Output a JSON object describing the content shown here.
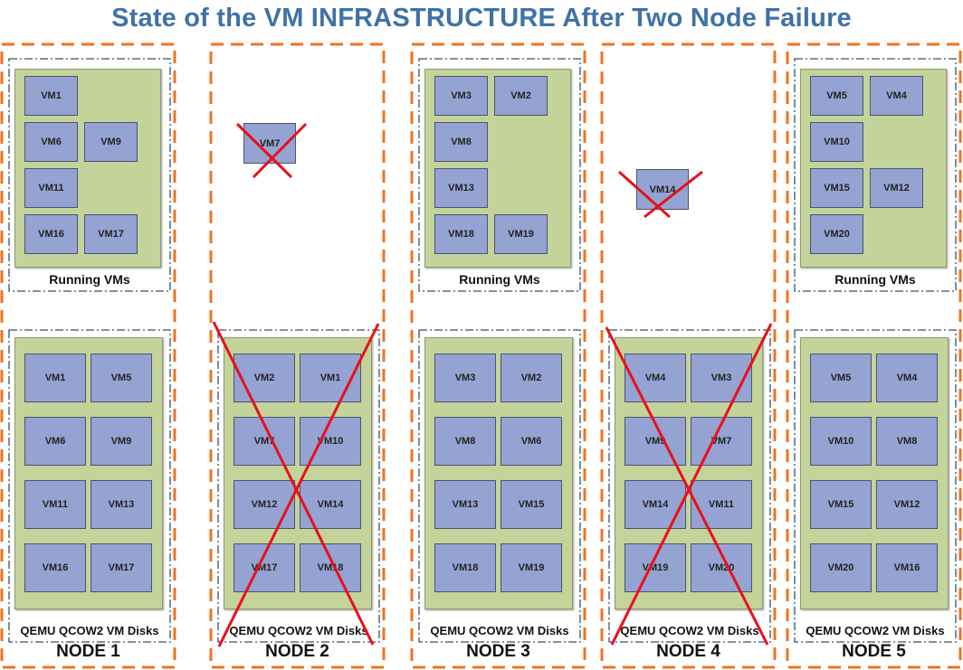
{
  "title": "State of the VM INFRASTRUCTURE After Two Node Failure",
  "colors": {
    "title": "#3f72a6",
    "node_border": "#f07320",
    "section_border": "#3b4d6e",
    "cross": "#e8101a",
    "green": "#c3d39a",
    "vm": "#95a3d2"
  },
  "running_label": "Running VMs",
  "disks_label": "QEMU QCOW2 VM Disks",
  "nodes": [
    {
      "name": "NODE 1",
      "failed": false,
      "running": [
        "VM1",
        null,
        "VM6",
        "VM9",
        "VM11",
        null,
        "VM16",
        "VM17"
      ],
      "disks": [
        "VM1",
        "VM5",
        "VM6",
        "VM9",
        "VM11",
        "VM13",
        "VM16",
        "VM17"
      ]
    },
    {
      "name": "NODE 2",
      "failed": true,
      "failed_vm": "VM7",
      "disks": [
        "VM2",
        "VM1",
        "VM7",
        "VM10",
        "VM12",
        "VM14",
        "VM17",
        "VM18"
      ]
    },
    {
      "name": "NODE 3",
      "failed": false,
      "running": [
        "VM3",
        "VM2",
        "VM8",
        null,
        "VM13",
        null,
        "VM18",
        "VM19"
      ],
      "disks": [
        "VM3",
        "VM2",
        "VM8",
        "VM6",
        "VM13",
        "VM15",
        "VM18",
        "VM19"
      ]
    },
    {
      "name": "NODE 4",
      "failed": true,
      "failed_vm": "VM14",
      "disks": [
        "VM4",
        "VM3",
        "VM9",
        "VM7",
        "VM14",
        "VM11",
        "VM19",
        "VM20"
      ]
    },
    {
      "name": "NODE 5",
      "failed": false,
      "running": [
        "VM5",
        "VM4",
        "VM10",
        null,
        "VM15",
        "VM12",
        "VM20"
      ],
      "disks": [
        "VM5",
        "VM4",
        "VM10",
        "VM8",
        "VM15",
        "VM12",
        "VM20",
        "VM16"
      ]
    }
  ]
}
